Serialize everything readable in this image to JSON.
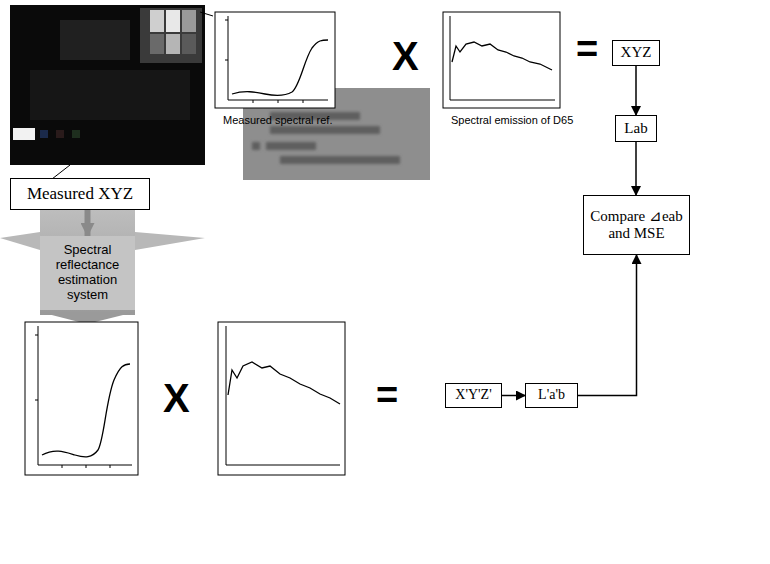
{
  "diagram": {
    "nodes": [
      {
        "text": [
          "Measured spectral ref."
        ]
      },
      {
        "text": [
          "Spectral emission of D65"
        ]
      },
      {
        "text": [
          "XYZ"
        ]
      },
      {
        "text": [
          "Lab"
        ]
      },
      {
        "text": [
          "Compare ⊿eab and MSE"
        ]
      },
      {
        "text": [
          "Measured XYZ"
        ]
      },
      {
        "text": [
          "Spectral reflectance estimation system"
        ]
      },
      {
        "text": [
          "X'Y'Z'"
        ]
      },
      {
        "text": [
          "L'a'b"
        ]
      }
    ],
    "edges": [
      {
        "from": 2,
        "to": 3,
        "arrow": "to"
      },
      {
        "from": 3,
        "to": 4,
        "arrow": "to"
      },
      {
        "from": 5,
        "to": 6,
        "arrow": "to"
      },
      {
        "from": 7,
        "to": 8,
        "arrow": "to"
      },
      {
        "from": 8,
        "to": 4,
        "arrow": "to"
      }
    ],
    "labels": [
      "X",
      "=",
      "X",
      "="
    ]
  }
}
